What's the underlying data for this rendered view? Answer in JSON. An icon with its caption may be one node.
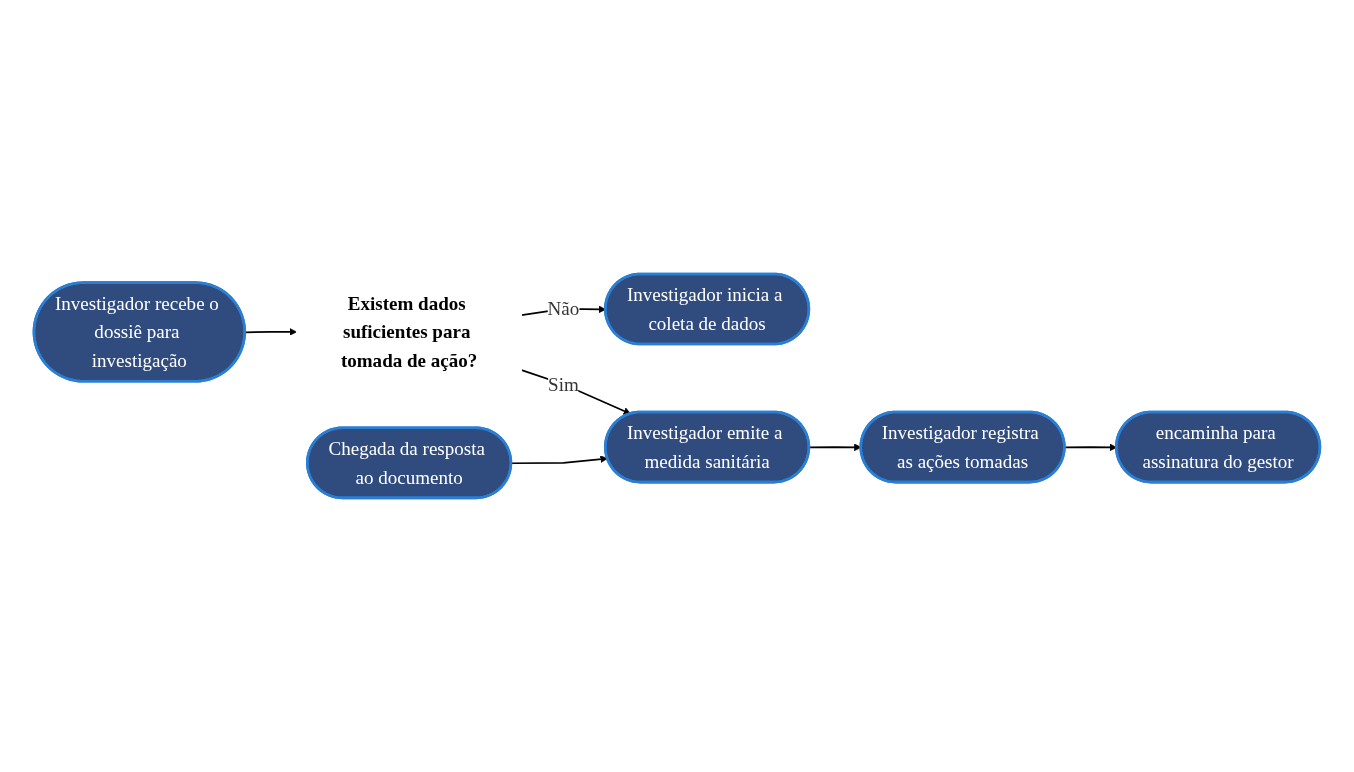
{
  "diagram": {
    "nodes": [
      {
        "text": [
          "Investigador recebe o dossiê para investigação"
        ]
      },
      {
        "text": [
          "Existem dados suficientes para tomada de ação?"
        ]
      },
      {
        "text": [
          "Investigador registra as ações tomadas"
        ]
      },
      {
        "text": [
          "Investigador inicia a coleta de dados"
        ]
      },
      {
        "text": [
          "Investigador emite a medida sanitária"
        ]
      },
      {
        "text": [
          "encaminha para assinatura do gestor"
        ]
      },
      {
        "text": [
          "Chegada da resposta ao documento"
        ]
      }
    ],
    "edges": [
      {
        "from": 0,
        "to": 1,
        "arrow": "to"
      },
      {
        "from": 1,
        "to": 3,
        "arrow": "to",
        "label": "Não"
      },
      {
        "from": 1,
        "to": 4,
        "arrow": "to",
        "label": "Sim"
      },
      {
        "from": 4,
        "to": 2,
        "arrow": "to"
      },
      {
        "from": 2,
        "to": 5,
        "arrow": "to"
      },
      {
        "from": 6,
        "to": 4,
        "arrow": "to"
      }
    ]
  }
}
